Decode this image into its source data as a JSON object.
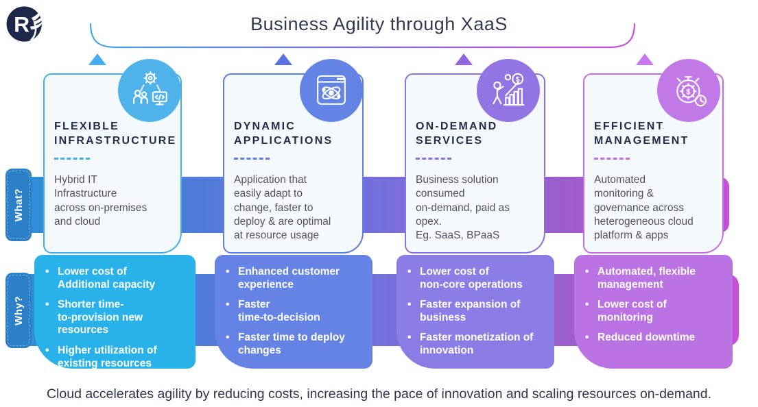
{
  "header": {
    "logo_letter": "R",
    "title": "Business Agility through XaaS"
  },
  "row_labels": {
    "what": "What?",
    "why": "Why?"
  },
  "columns": [
    {
      "title": "FLEXIBLE\nINFRASTRUCTURE",
      "icon": "people-gear-monitor-icon",
      "what": "Hybrid IT\nInfrastructure\nacross on-premises\nand cloud",
      "why": [
        "Lower cost of\nAdditional capacity",
        "Shorter time-\nto-provision new\nresources",
        "Higher utilization of\nexisting resources"
      ],
      "colors": {
        "accent": "#45AEE9",
        "circle": "#4FB3EA",
        "why_bg": "#29B2E9",
        "triangle": "#44AEEE"
      }
    },
    {
      "title": "DYNAMIC\nAPPLICATIONS",
      "icon": "browser-atom-icon",
      "what": "Application that\neasily adapt to\nchange, faster to\ndeploy & are optimal\nat resource usage",
      "why": [
        "Enhanced customer\nexperience",
        "Faster\ntime-to-decision",
        "Faster time to deploy\nchanges"
      ],
      "colors": {
        "accent": "#5F7DE2",
        "circle": "#6384E4",
        "why_bg": "#6583E4",
        "triangle": "#5A71E2"
      }
    },
    {
      "title": "ON-DEMAND\nSERVICES",
      "icon": "person-growth-chart-dollar-icon",
      "what": "Business solution\nconsumed\non-demand, paid as\nopex.\nEg. SaaS, BPaaS",
      "why": [
        "Lower cost of\nnon-core operations",
        "Faster expansion of\nbusiness",
        "Faster monetization of\ninnovation"
      ],
      "colors": {
        "accent": "#8A71DF",
        "circle": "#9374E3",
        "why_bg": "#8A7DE6",
        "triangle": "#9166DF"
      }
    },
    {
      "title": "EFFICIENT\nMANAGEMENT",
      "icon": "stopwatch-gear-dollar-clock-icon",
      "what": "Automated\nmonitoring &\ngovernance across\nheterogeneous cloud\nplatform & apps",
      "why": [
        "Automated, flexible\nmanagement",
        "Lower cost of\nmonitoring",
        "Reduced downtime"
      ],
      "colors": {
        "accent": "#C170E4",
        "circle": "#C279E8",
        "why_bg": "#BB73E4",
        "triangle": "#C678EC"
      }
    }
  ],
  "band_gradient": [
    "#2E8FD6",
    "#4F7BDA",
    "#7470DC",
    "#9C5ECC",
    "#C94FD6"
  ],
  "tab_color": "#2C80C8",
  "caption": "Cloud accelerates agility by reducing costs, increasing the pace of innovation and scaling resources on-demand."
}
